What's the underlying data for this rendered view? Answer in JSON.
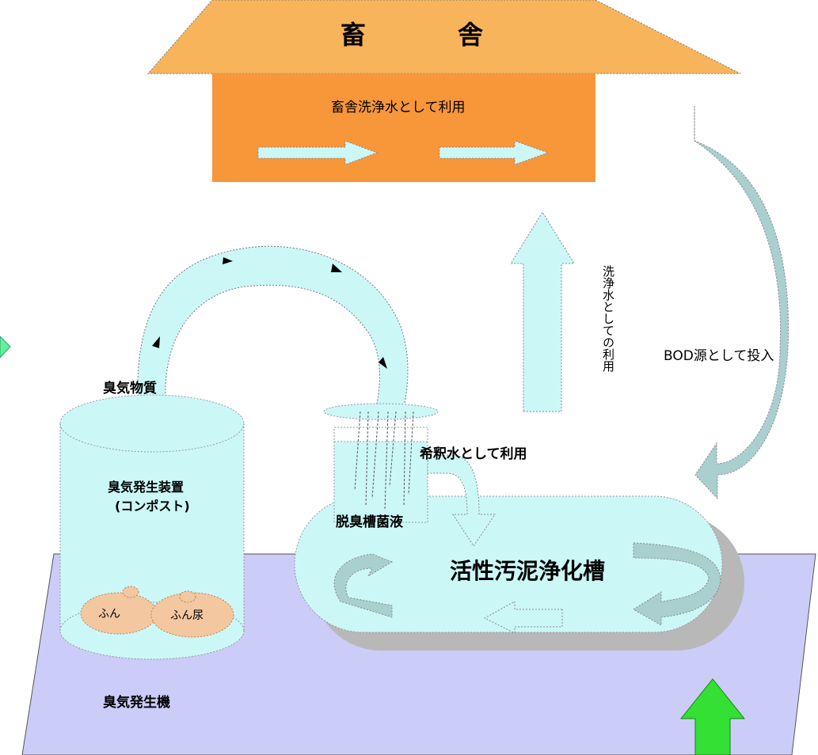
{
  "barn": {
    "title_char_1": "畜",
    "title_char_2": "舎",
    "usage_label": "畜舎洗浄水として利用"
  },
  "labels": {
    "wash_water": "洗浄水としての利用",
    "bod_source": "BOD源として投入",
    "odor_substance": "臭気物質",
    "odor_device": "臭気発生装置",
    "compost": "(コンポスト)",
    "dilution_water": "希釈水として利用",
    "deodor_liquid": "脱臭槽菌液",
    "activated_sludge": "活性汚泥浄化槽",
    "odor_generator": "臭気発生機",
    "feces": "ふん",
    "feces_urine": "ふん尿"
  },
  "colors": {
    "roof": "#f8b45a",
    "barn_wall": "#f8963a",
    "water": "#ccf7f7",
    "water_dark": "#a9cfcf",
    "floor": "#ccccf8",
    "tank_shadow": "#b8b8b8",
    "manure": "#f3c7a0",
    "green_arrow": "#33e033"
  }
}
